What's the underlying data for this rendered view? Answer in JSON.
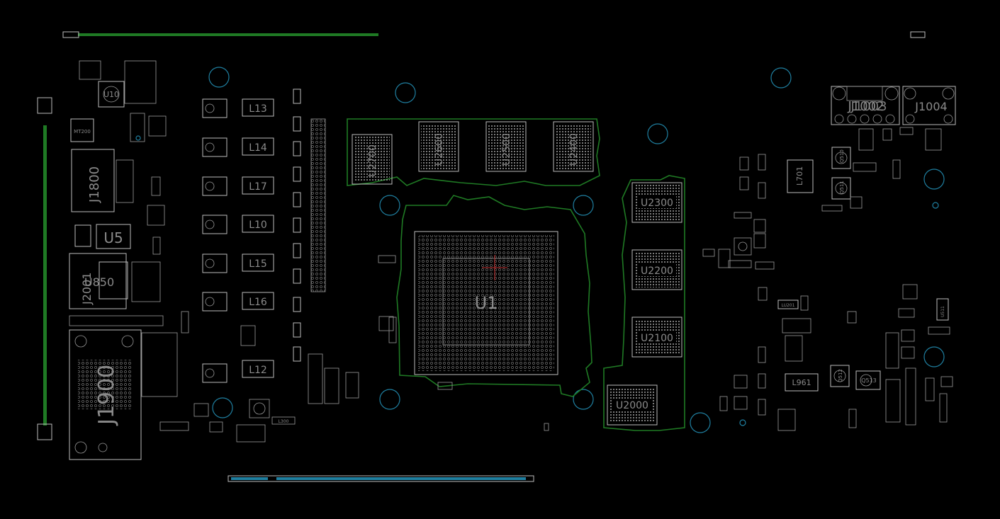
{
  "board": {
    "background": "#000000",
    "silk_color": "#bcbcbc",
    "label_color": "#8a8a8a",
    "trace_color": "#1f7a24",
    "hole_color": "#1f7fa0",
    "marker_color": "#c83030"
  },
  "labels": {
    "u1": "U1",
    "u2000": "U2000",
    "u2100": "U2100",
    "u2200": "U2200",
    "u2300": "U2300",
    "u2400": "U2400",
    "u2500": "U2500",
    "u2600": "U2600",
    "u2700": "U2700",
    "u10": "U10",
    "u5": "U5",
    "mt200": "MT200",
    "j1800": "J1800",
    "j1900": "J1900",
    "j2001": "J2001",
    "u850": "U850",
    "l13": "L13",
    "l14": "L14",
    "l17": "L17",
    "l10": "L10",
    "l15": "L15",
    "l16": "L16",
    "l12": "L12",
    "j1002": "J1002",
    "j1003": "J1003",
    "j1004": "J1004",
    "l701": "L701",
    "l961": "L961",
    "q510": "Q510",
    "q511": "Q511",
    "q512": "Q512",
    "q513": "Q513",
    "l300": "L300",
    "q511b": "U511",
    "lu201": "LU201"
  }
}
